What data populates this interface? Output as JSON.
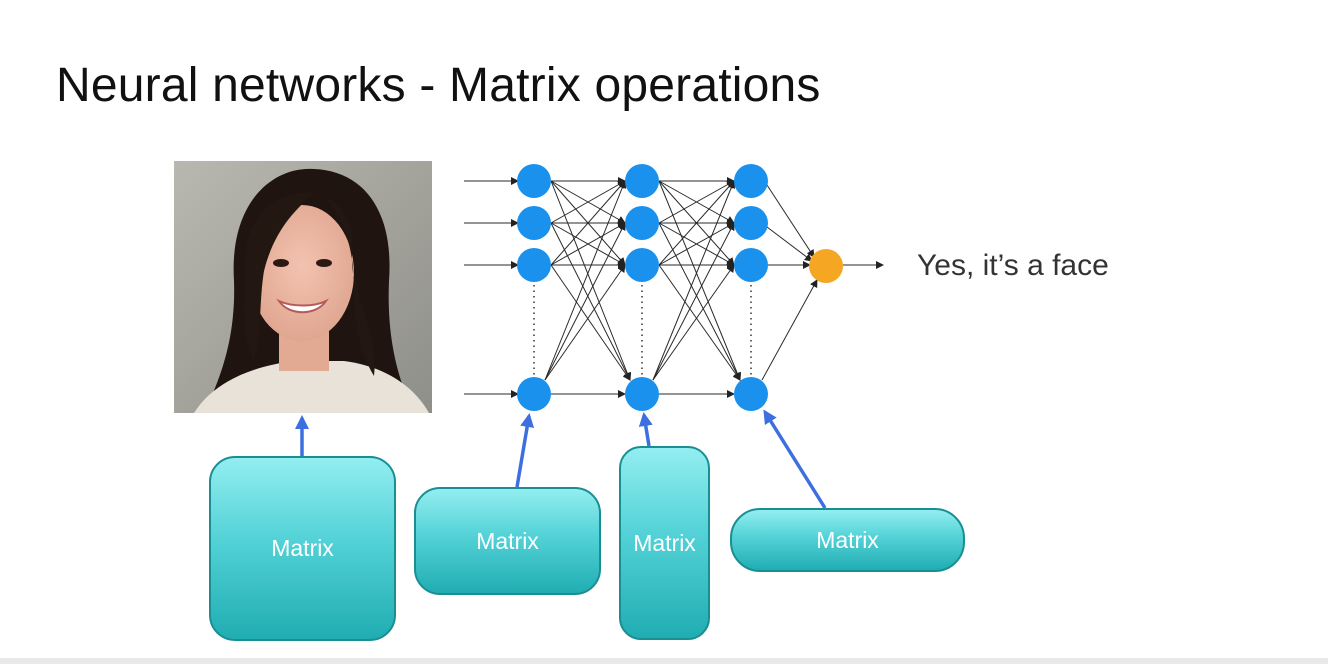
{
  "slide": {
    "title": "Neural networks - Matrix operations",
    "output_label": "Yes, it’s a face"
  },
  "matrices": [
    {
      "label": "Matrix"
    },
    {
      "label": "Matrix"
    },
    {
      "label": "Matrix"
    },
    {
      "label": "Matrix"
    }
  ],
  "colors": {
    "neuron": "#1a91ec",
    "output_neuron": "#f5a623",
    "matrix_top": "#93eef0",
    "matrix_bottom": "#20adb2",
    "arrow_blue": "#3d6fe0"
  },
  "network": {
    "hidden_layers": 3,
    "neurons_per_layer": 4,
    "inputs": 4,
    "outputs": 1
  }
}
